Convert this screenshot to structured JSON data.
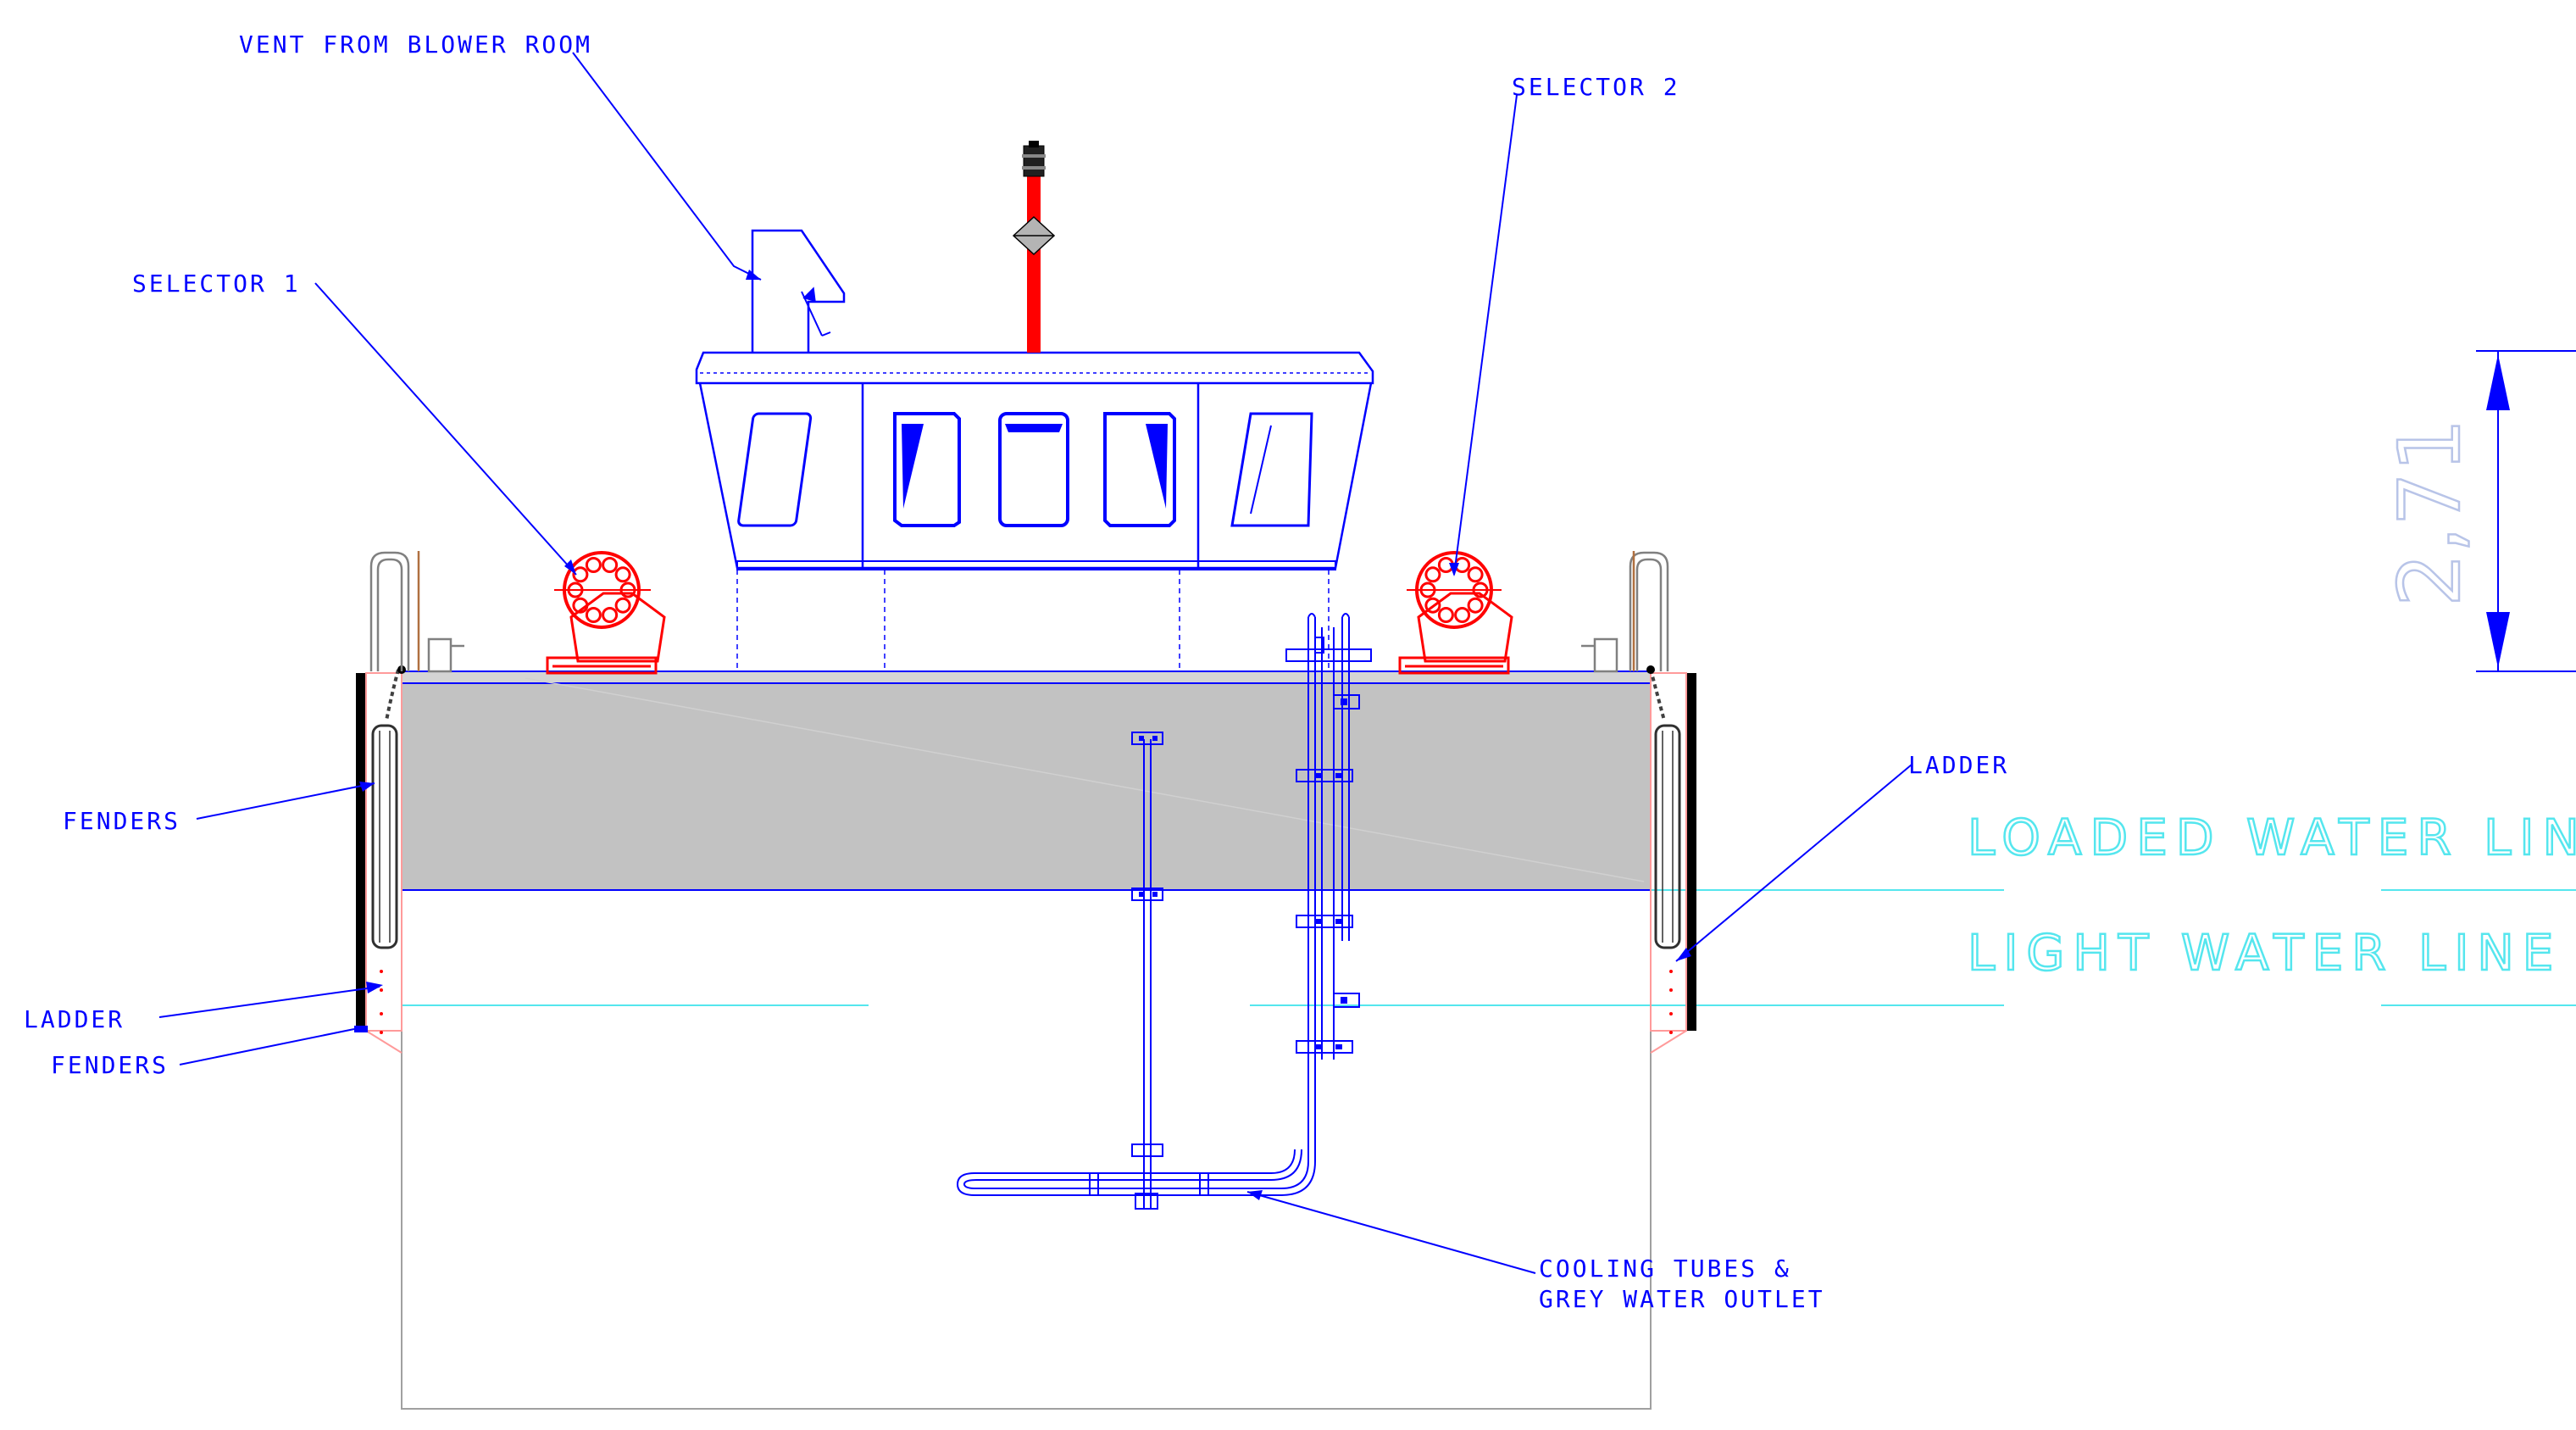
{
  "drawing": {
    "labels": {
      "vent": "VENT FROM BLOWER ROOM",
      "selector1": "SELECTOR 1",
      "selector2": "SELECTOR 2",
      "fenders_upper": "FENDERS",
      "ladder_left": "LADDER",
      "fenders_lower": "FENDERS",
      "ladder_right": "LADDER",
      "cooling_line1": "COOLING TUBES &",
      "cooling_line2": "GREY WATER OUTLET"
    },
    "water_lines": {
      "loaded": "LOADED WATER LINE",
      "light": "LIGHT WATER LINE"
    },
    "dimension": {
      "value": "2,71"
    },
    "colors": {
      "linework": "#0000ff",
      "equipment": "#ff0000",
      "water_line": "#55e6ee",
      "hull_fill": "#c2c2c2",
      "dimension": "#b8c4e8"
    }
  }
}
